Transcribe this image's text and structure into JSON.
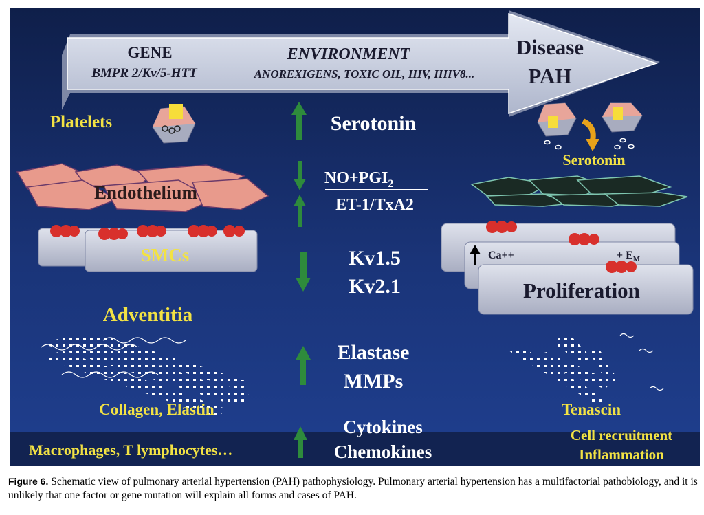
{
  "colors": {
    "background_top": "#0f1f4a",
    "background_bottom": "#1f3f8f",
    "yellow_label": "#f2e244",
    "white_label": "#ffffff",
    "arrow_green": "#2e8b3c",
    "endothelium_pink": "#e89a8c",
    "endothelium_dark": "#1a2a24",
    "cell_red": "#d8302c"
  },
  "banner": {
    "gene_title": "GENE",
    "gene_detail": "BMPR 2/Kv/5-HTT",
    "environment_title": "ENVIRONMENT",
    "environment_detail": "ANOREXIGENS, TOXIC OIL, HIV, HHV8...",
    "disease_line1": "Disease",
    "disease_line2": "PAH"
  },
  "left": {
    "platelets": "Platelets",
    "endothelium": "Endothelium",
    "smcs": "SMCs",
    "adventitia": "Adventitia",
    "collagen": "Collagen, Elastin",
    "macrophages": "Macrophages, T lymphocytes…"
  },
  "mediators": {
    "serotonin": "Serotonin",
    "no_pgi_main": "NO+PGI",
    "no_pgi_sub": "2",
    "et1": "ET-1/TxA2",
    "kv15": "Kv1.5",
    "kv21": "Kv2.1",
    "elastase": "Elastase",
    "mmps": "MMPs",
    "cytokines": "Cytokines",
    "chemokines": "Chemokines"
  },
  "arrows": {
    "serotonin": "up",
    "no_pgi": "down",
    "et1": "up",
    "kv": "down",
    "elastase": "up",
    "cytokines": "up"
  },
  "right": {
    "serotonin": "Serotonin",
    "ca": "Ca++",
    "em_plus": "+ E",
    "em_sub": "M",
    "proliferation": "Proliferation",
    "tenascin": "Tenascin",
    "cell_recruitment": "Cell recruitment",
    "inflammation": "Inflammation"
  },
  "caption": {
    "figure_label": "Figure 6.",
    "text": "Schematic view of pulmonary arterial hypertension (PAH) pathophysiology. Pulmonary arterial hypertension has a multifactorial pathobiology, and it is unlikely that one factor or gene mutation will explain all forms and cases of PAH."
  }
}
